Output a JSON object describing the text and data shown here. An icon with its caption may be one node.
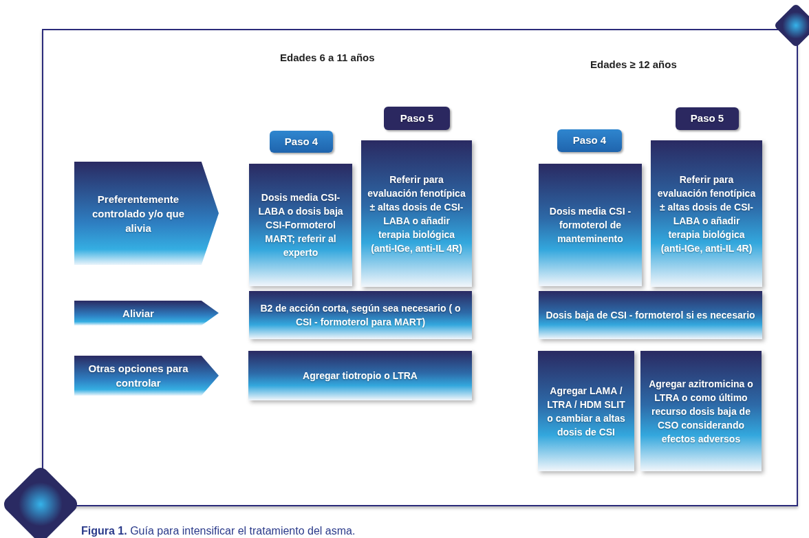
{
  "diagram": {
    "caption": "**Figura 1.** Guía para intensificar el tratamiento del asma.",
    "nodes": [
      {
        "text": [
          "Paso 4"
        ]
      },
      {
        "text": [
          "Paso 5"
        ]
      },
      {
        "text": [
          "Paso 4"
        ]
      },
      {
        "text": [
          "Paso 5"
        ]
      },
      {
        "text": [
          "Preferentemente controlado y/o que alivia"
        ]
      },
      {
        "text": [
          "Dosis media CSI-LABA o dosis baja CSI-Formoterol MART; referir al experto"
        ]
      },
      {
        "text": [
          "Referir para evaluación fenotípica ± altas dosis de CSI-LABA o añadir terapia biológica (anti-IGe, anti-IL 4R)"
        ]
      },
      {
        "text": [
          "Dosis media CSI -formoterol de manteminento"
        ]
      },
      {
        "text": [
          "Referir para evaluación fenotípica ± altas dosis de CSI-LABA o añadir terapia biológica (anti-IGe, anti-IL 4R)"
        ]
      },
      {
        "text": [
          "Aliviar"
        ]
      },
      {
        "text": [
          "B2 de acción corta, según sea necesario ( o CSI - formoterol para MART)"
        ]
      },
      {
        "text": [
          "Dosis baja de CSI - formoterol si es necesario"
        ]
      },
      {
        "text": [
          "Otras opciones para controlar"
        ]
      },
      {
        "text": [
          "Agregar tiotropio o LTRA"
        ]
      },
      {
        "text": [
          "Agregar LAMA / LTRA / HDM SLIT o cambiar a altas dosis de CSI"
        ]
      },
      {
        "text": [
          "Agregar azitromicina o LTRA o como último recurso dosis baja de CSO considerando efectos adversos"
        ]
      }
    ],
    "labels": [
      "Edades 6 a 11 años",
      "Edades ≥ 12 años"
    ]
  }
}
